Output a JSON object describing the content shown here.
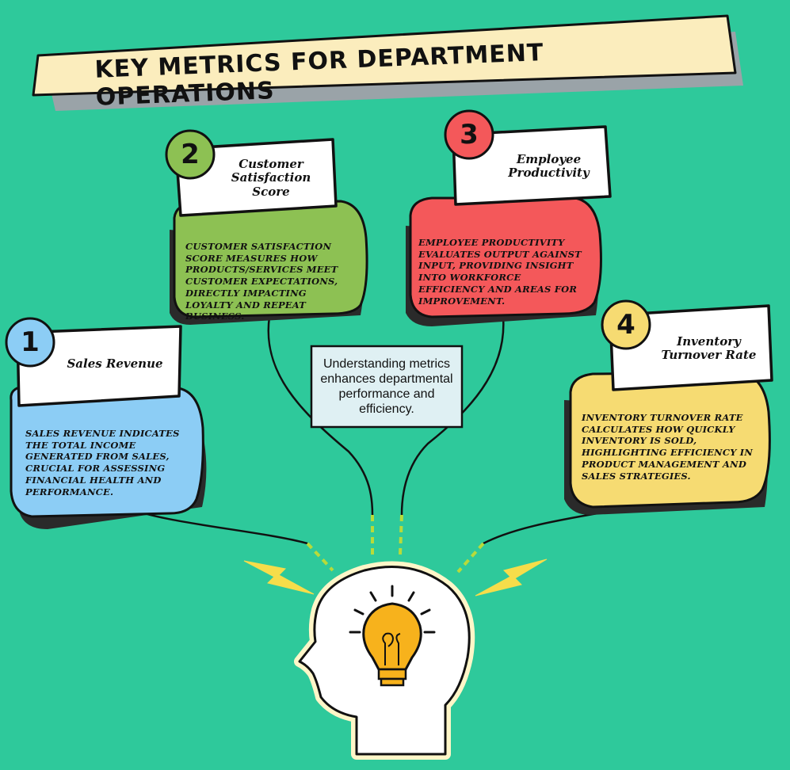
{
  "title": "KEY METRICS FOR DEPARTMENT OPERATIONS",
  "center_note": "Understanding metrics enhances departmental performance and efficiency.",
  "metrics": [
    {
      "number": "1",
      "label": "Sales Revenue",
      "description": "Sales revenue indicates the total income generated from sales, crucial for assessing financial health and performance.",
      "color": "#8ccdf5",
      "badge_color": "#8ccdf5"
    },
    {
      "number": "2",
      "label": "Customer Satisfaction Score",
      "description": "Customer satisfaction score measures how products/services meet customer expectations, directly impacting loyalty and repeat business.",
      "color": "#8dc153",
      "badge_color": "#8dc153"
    },
    {
      "number": "3",
      "label": "Employee Productivity",
      "description": "Employee productivity evaluates output against input, providing insight into workforce efficiency and areas for improvement.",
      "color": "#f4585a",
      "badge_color": "#f4585a"
    },
    {
      "number": "4",
      "label": "Inventory Turnover Rate",
      "description": "Inventory turnover rate calculates how quickly inventory is sold, highlighting efficiency in product management and sales strategies.",
      "color": "#f6db72",
      "badge_color": "#f6db72"
    }
  ],
  "colors": {
    "background": "#2ec99b",
    "banner": "#fbedbd",
    "bulb": "#f7b21c",
    "bolt": "#f6dd4a"
  },
  "icons": [
    "lightbulb-icon",
    "head-silhouette-icon",
    "lightning-bolt-icon"
  ]
}
